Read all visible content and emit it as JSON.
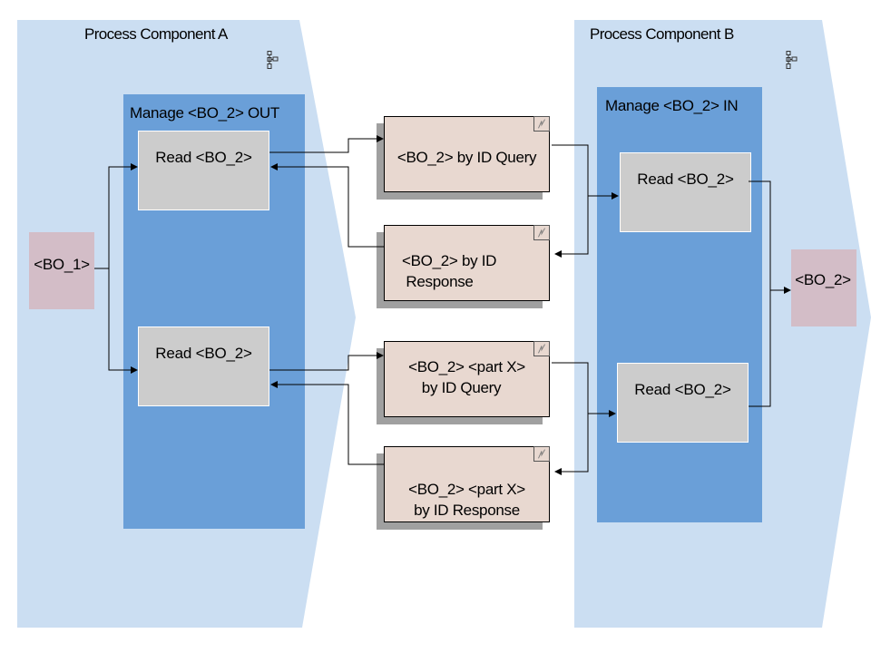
{
  "diagram": {
    "components": [
      {
        "id": "a",
        "title": "Process Component A",
        "icon": "structure-icon",
        "manage": {
          "title": "Manage <BO_2> OUT",
          "reads": [
            {
              "label": "Read <BO_2>"
            },
            {
              "label": "Read <BO_2>"
            }
          ]
        }
      },
      {
        "id": "b",
        "title": "Process Component B",
        "icon": "structure-icon",
        "manage": {
          "title": "Manage <BO_2> IN",
          "reads": [
            {
              "label": "Read <BO_2>"
            },
            {
              "label": "Read <BO_2>"
            }
          ]
        }
      }
    ],
    "messages": [
      {
        "lines": [
          "<BO_2> by ID Query"
        ],
        "icon": "message-icon"
      },
      {
        "lines": [
          "<BO_2> by ID",
          " Response"
        ],
        "icon": "message-icon"
      },
      {
        "lines": [
          "<BO_2> <part X>",
          "by ID Query"
        ],
        "icon": "message-icon"
      },
      {
        "lines": [
          "<BO_2> <part X>",
          "by ID Response"
        ],
        "icon": "message-icon"
      }
    ],
    "business_objects": {
      "source": {
        "label": "<BO_1>"
      },
      "target": {
        "label": "<BO_2>"
      }
    },
    "colors": {
      "process_component": "#cbdef2",
      "manage_box": "#6a9fd8",
      "read_box": "#cccccc",
      "message_box": "#e8d8d0",
      "business_object": "#d3bdc7"
    }
  }
}
